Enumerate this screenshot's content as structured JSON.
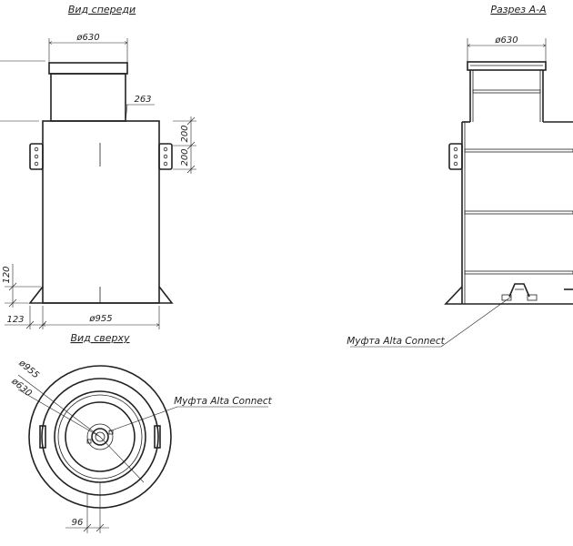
{
  "views": {
    "front_title": "Вид спереди",
    "section_title": "Разрез А-А",
    "top_title": "Вид сверху"
  },
  "dimensions": {
    "neck_diameter": "ø630",
    "base_diameter": "ø955",
    "offset_263": "263",
    "lug_gap_1": "200",
    "lug_gap_2": "200",
    "flange_height": "120",
    "flange_width": "123",
    "section_neck_diameter": "ø630",
    "top_outer_diameter": "ø955",
    "top_inner_diameter": "ø630",
    "wall_96": "96"
  },
  "labels": {
    "coupling_section": "Муфта Alta Connect",
    "coupling_top": "Муфта Alta Connect"
  }
}
